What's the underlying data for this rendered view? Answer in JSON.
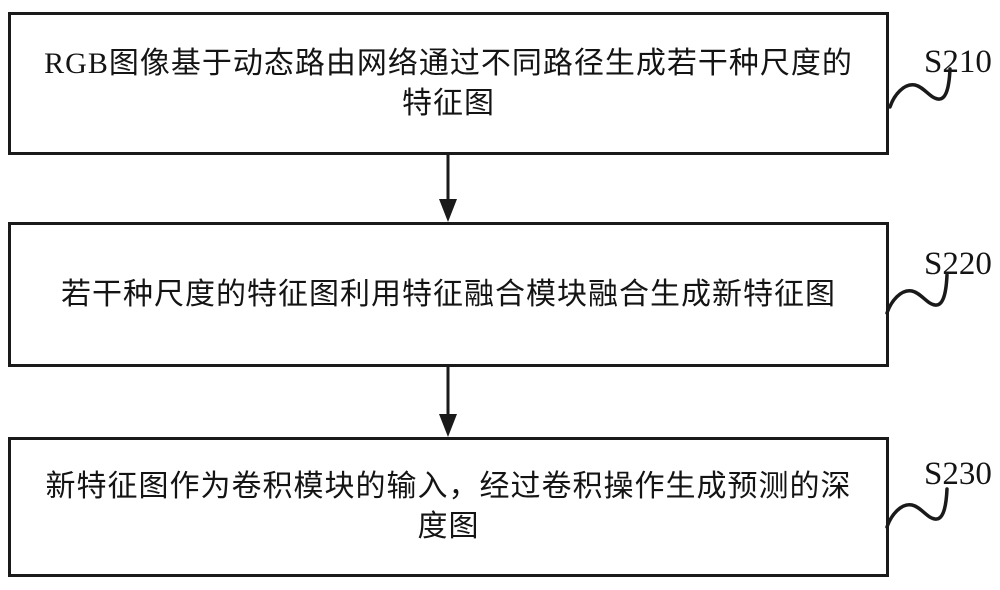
{
  "diagram": {
    "title": "depth-estimation flowchart (patent style)",
    "background_color": "#ffffff",
    "line_color": "#1a1a1a",
    "steps": [
      {
        "label": "S210",
        "lines": [
          "RGB图像基于动态路由网络通过不同路径生成若干种尺度的",
          "特征图"
        ]
      },
      {
        "label": "S220",
        "lines": [
          "若干种尺度的特征图利用特征融合模块融合生成新特征图"
        ]
      },
      {
        "label": "S230",
        "lines": [
          "新特征图作为卷积模块的输入，经过卷积操作生成预测的深",
          "度图"
        ]
      }
    ]
  }
}
